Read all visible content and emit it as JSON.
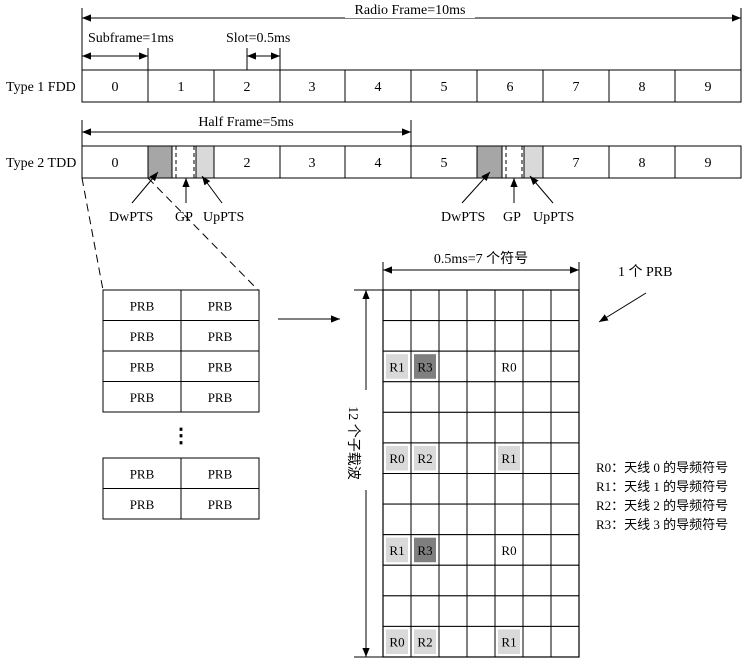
{
  "frame": {
    "radio_frame_label": "Radio Frame=10ms",
    "subframe_label": "Subframe=1ms",
    "slot_label": "Slot=0.5ms",
    "half_frame_label": "Half Frame=5ms"
  },
  "fdd": {
    "label": "Type 1 FDD",
    "cells": [
      "0",
      "1",
      "2",
      "3",
      "4",
      "5",
      "6",
      "7",
      "8",
      "9"
    ]
  },
  "tdd": {
    "label": "Type 2 TDD",
    "cells": [
      "0",
      "2",
      "3",
      "4",
      "5",
      "7",
      "8",
      "9"
    ],
    "special_labels": {
      "dwpts": "DwPTS",
      "gp": "GP",
      "uppts": "UpPTS"
    }
  },
  "prb_table": {
    "cell_label": "PRB",
    "top_rows": 4,
    "bottom_rows": 2,
    "columns": 2,
    "ellipsis": "⋮"
  },
  "resource_grid": {
    "columns": 7,
    "rows": 12,
    "time_label": "0.5ms=7 个符号",
    "freq_label": "12 个子载波",
    "prb_label": "1 个 PRB",
    "pilots": [
      {
        "row": 2,
        "col": 0,
        "label": "R1",
        "shade": "light"
      },
      {
        "row": 2,
        "col": 1,
        "label": "R3",
        "shade": "dark"
      },
      {
        "row": 2,
        "col": 4,
        "label": "R0",
        "shade": "none"
      },
      {
        "row": 5,
        "col": 0,
        "label": "R0",
        "shade": "light"
      },
      {
        "row": 5,
        "col": 1,
        "label": "R2",
        "shade": "light"
      },
      {
        "row": 5,
        "col": 4,
        "label": "R1",
        "shade": "light"
      },
      {
        "row": 8,
        "col": 0,
        "label": "R1",
        "shade": "light"
      },
      {
        "row": 8,
        "col": 1,
        "label": "R3",
        "shade": "dark"
      },
      {
        "row": 8,
        "col": 4,
        "label": "R0",
        "shade": "none"
      },
      {
        "row": 11,
        "col": 0,
        "label": "R0",
        "shade": "light"
      },
      {
        "row": 11,
        "col": 1,
        "label": "R2",
        "shade": "light"
      },
      {
        "row": 11,
        "col": 4,
        "label": "R1",
        "shade": "light"
      }
    ]
  },
  "legend": [
    "R0：天线 0 的导频符号",
    "R1：天线 1 的导频符号",
    "R2：天线 2 的导频符号",
    "R3：天线 3 的导频符号"
  ],
  "colors": {
    "line": "#000000",
    "light_fill": "#d9d9d9",
    "dark_fill": "#7f7f7f",
    "dwpts_fill": "#a6a6a6",
    "uppts_fill": "#d9d9d9"
  }
}
